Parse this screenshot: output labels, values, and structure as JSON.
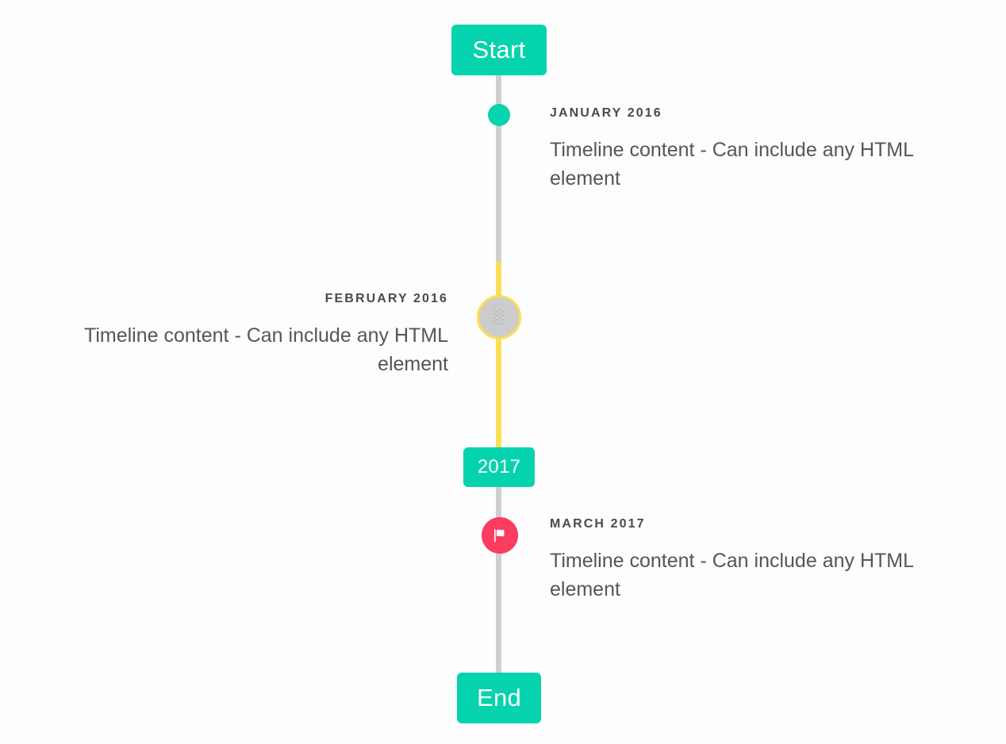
{
  "background": "#fdfdfd",
  "colors": {
    "accent_teal": "#05d3ae",
    "accent_yellow": "#fadf55",
    "accent_pink": "#fa3c5f",
    "rail_grey": "#d0d0d0",
    "marker_grey": "#cccccc",
    "date_text": "#4a4a4a",
    "body_text": "#53565a"
  },
  "timeline": {
    "caps": {
      "start_label": "Start",
      "middle_label": "2017",
      "end_label": "End"
    },
    "entries": [
      {
        "id": "january-2016",
        "date": "January 2016",
        "body": "Timeline content - Can include any HTML element",
        "side": "right",
        "marker": "dot-teal"
      },
      {
        "id": "february-2016",
        "date": "February 2016",
        "body": "Timeline content - Can include any HTML element",
        "side": "left",
        "marker": "placeholder-glyph",
        "marker_glyph": "░"
      },
      {
        "id": "march-2017",
        "date": "March 2017",
        "body": "Timeline content - Can include any HTML element",
        "side": "right",
        "marker": "flag-icon"
      }
    ]
  }
}
